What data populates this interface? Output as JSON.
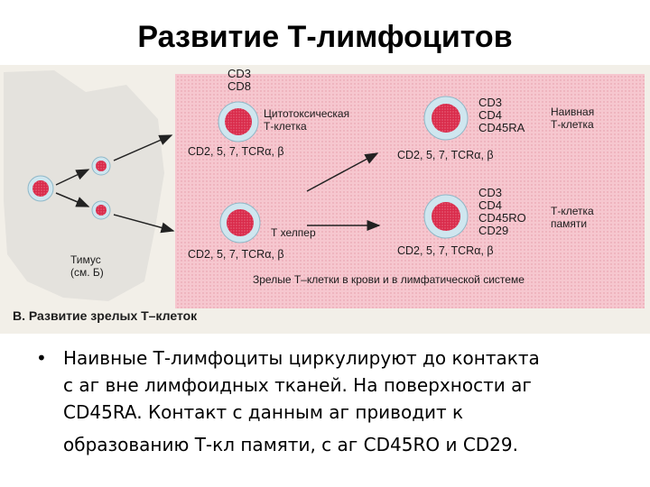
{
  "slide": {
    "title": "Развитие Т-лимфоцитов"
  },
  "figure": {
    "caption": "В. Развитие зрелых Т–клеток",
    "thymus_label": [
      "Тимус",
      "(см. Б)"
    ],
    "region_label": "Зрелые Т–клетки в крови и в лимфатической системе",
    "cells": {
      "cytotoxic": {
        "markers": [
          "CD3",
          "CD8"
        ],
        "name": [
          "Цитотоксическая",
          "Т-клетка"
        ],
        "receptors": "CD2, 5, 7, TCRα, β"
      },
      "helper": {
        "name": "Т хелпер",
        "receptors": "CD2, 5, 7, TCRα, β"
      },
      "naive": {
        "markers": [
          "CD3",
          "CD4",
          "CD45RA"
        ],
        "name": [
          "Наивная",
          "Т-клетка"
        ],
        "receptors": "CD2, 5, 7, TCRα, β"
      },
      "memory": {
        "markers": [
          "CD3",
          "CD4",
          "CD45RO",
          "CD29"
        ],
        "name": [
          "Т-клетка",
          "памяти"
        ],
        "receptors": "CD2, 5, 7, TCRα, β"
      }
    },
    "colors": {
      "pink_region": "#f6c7cf",
      "nucleus": "#d92a4a",
      "cell_ring": "#cfe6ef",
      "thymus": "#e4e2dd"
    }
  },
  "bullet": {
    "lines": [
      "Наивные  Т-лимфоциты циркулируют до контакта",
      "с аг вне лимфоидных тканей. На поверхности аг",
      "CD45RA. Контакт с данным аг приводит к",
      "образованию Т-кл памяти, с аг CD45RO и CD29."
    ]
  }
}
